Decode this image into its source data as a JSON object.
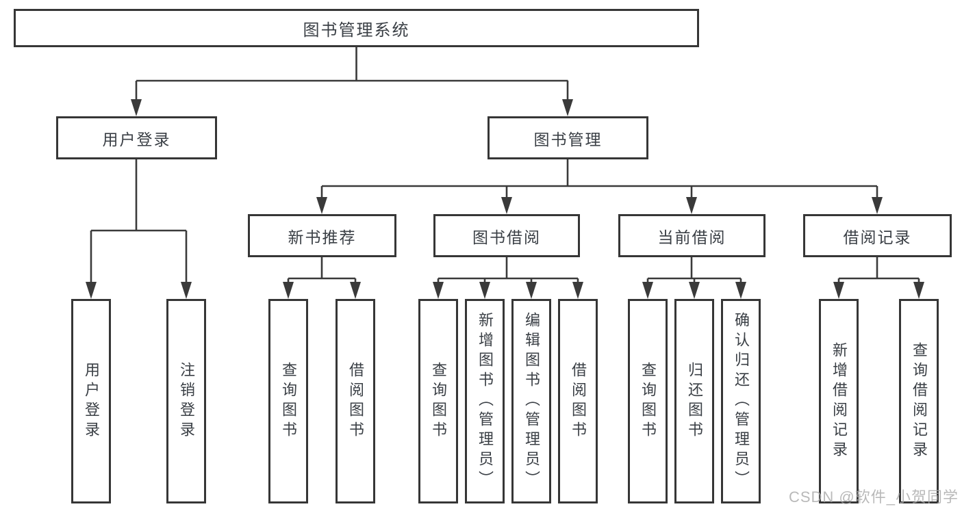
{
  "tree": {
    "root": "图书管理系统",
    "branches": [
      {
        "label": "用户登录",
        "leaves": [
          "用户登录",
          "注销登录"
        ]
      },
      {
        "label": "图书管理",
        "children": [
          {
            "label": "新书推荐",
            "leaves": [
              "查询图书",
              "借阅图书"
            ]
          },
          {
            "label": "图书借阅",
            "leaves": [
              "查询图书",
              "新增图书（管理员）",
              "编辑图书（管理员）",
              "借阅图书"
            ]
          },
          {
            "label": "当前借阅",
            "leaves": [
              "查询图书",
              "归还图书",
              "确认归还（管理员）"
            ]
          },
          {
            "label": "借阅记录",
            "leaves": [
              "新增借阅记录",
              "查询借阅记录"
            ]
          }
        ]
      }
    ]
  },
  "watermark": {
    "text": "CSDN @软件_小贺同学"
  },
  "colors": {
    "line": "#3a3a3a",
    "box_border": "#363636",
    "text": "#3a3f45",
    "watermark": "#a7a7a7",
    "background": "#ffffff"
  }
}
